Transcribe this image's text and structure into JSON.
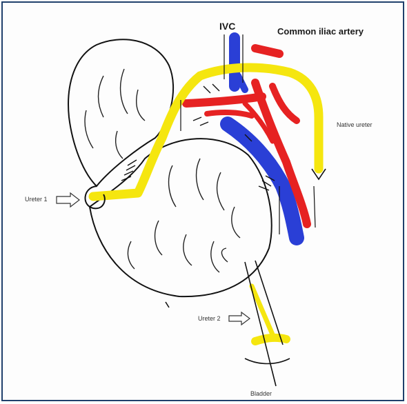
{
  "labels": {
    "ivc": "IVC",
    "common_iliac_artery": "Common iliac artery",
    "native_ureter": "Native ureter",
    "ureter_1": "Ureter 1",
    "ureter_2": "Ureter 2",
    "bladder": "Bladder"
  },
  "colors": {
    "frame": "#1f3f6b",
    "ureter": "#f5e60f",
    "artery": "#e62222",
    "vein": "#2a3fd6",
    "outline": "#111111"
  }
}
